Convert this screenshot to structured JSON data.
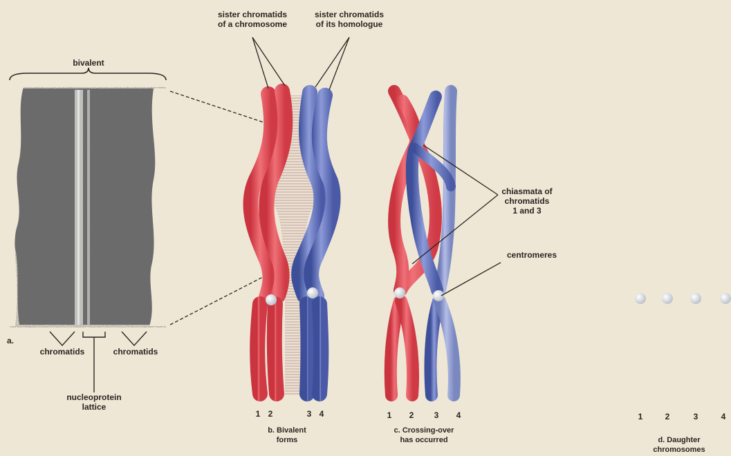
{
  "labels": {
    "bivalent": "bivalent",
    "sister_chromosome": [
      "sister chromatids",
      "of a chromosome"
    ],
    "sister_homologue": [
      "sister chromatids",
      "of its homologue"
    ],
    "panel_a": "a.",
    "chromatids_left": "chromatids",
    "chromatids_right": "chromatids",
    "nucleoprotein": [
      "nucleoprotein",
      "lattice"
    ],
    "chiasmata": [
      "chiasmata of",
      "chromatids",
      "1 and 3"
    ],
    "centromeres": "centromeres",
    "caption_b": [
      "b. Bivalent",
      "forms"
    ],
    "caption_c": [
      "c. Crossing-over",
      "has occurred"
    ],
    "caption_d": [
      "d. Daughter",
      "chromosomes"
    ]
  },
  "numbers": {
    "b": [
      "1",
      "2",
      "3",
      "4"
    ],
    "c": [
      "1",
      "2",
      "3",
      "4"
    ],
    "d": [
      "1",
      "2",
      "3",
      "4"
    ]
  },
  "colors": {
    "maternal_red": "#e8515a",
    "paternal_blue": "#6275c0",
    "background": "#efe7d6",
    "centromere": "#e9ecef"
  }
}
